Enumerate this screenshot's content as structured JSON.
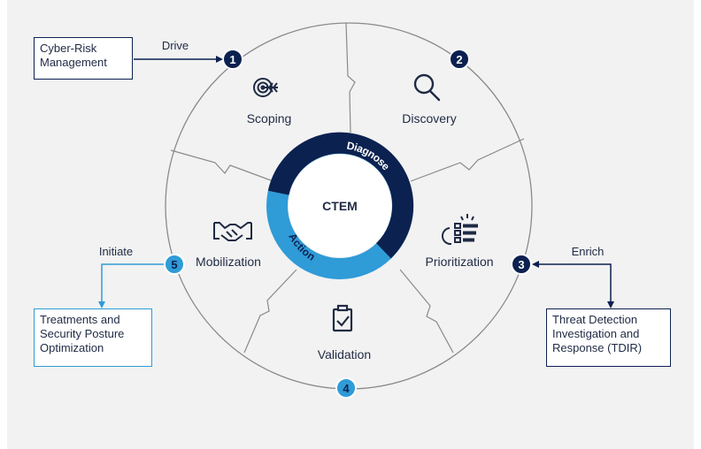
{
  "center": {
    "title": "CTEM",
    "ring_top": "Diagnose",
    "ring_bottom": "Action"
  },
  "stages": [
    {
      "number": "1",
      "label": "Scoping",
      "icon": "target-icon"
    },
    {
      "number": "2",
      "label": "Discovery",
      "icon": "magnifier-icon"
    },
    {
      "number": "3",
      "label": "Prioritization",
      "icon": "priority-list-icon"
    },
    {
      "number": "4",
      "label": "Validation",
      "icon": "clipboard-check-icon"
    },
    {
      "number": "5",
      "label": "Mobilization",
      "icon": "handshake-icon"
    }
  ],
  "external": {
    "cyber_risk": {
      "text": "Cyber-Risk Management",
      "arrow_label": "Drive"
    },
    "treatments": {
      "text": "Treatments and Security Posture Optimization",
      "arrow_label": "Initiate"
    },
    "tdir": {
      "text": "Threat Detection Investigation and Response (TDIR)",
      "arrow_label": "Enrich"
    }
  },
  "colors": {
    "navy": "#0b2150",
    "light_blue": "#2f9bd7",
    "ring_gray": "#8a8a8a",
    "panel": "#f2f2f2"
  }
}
